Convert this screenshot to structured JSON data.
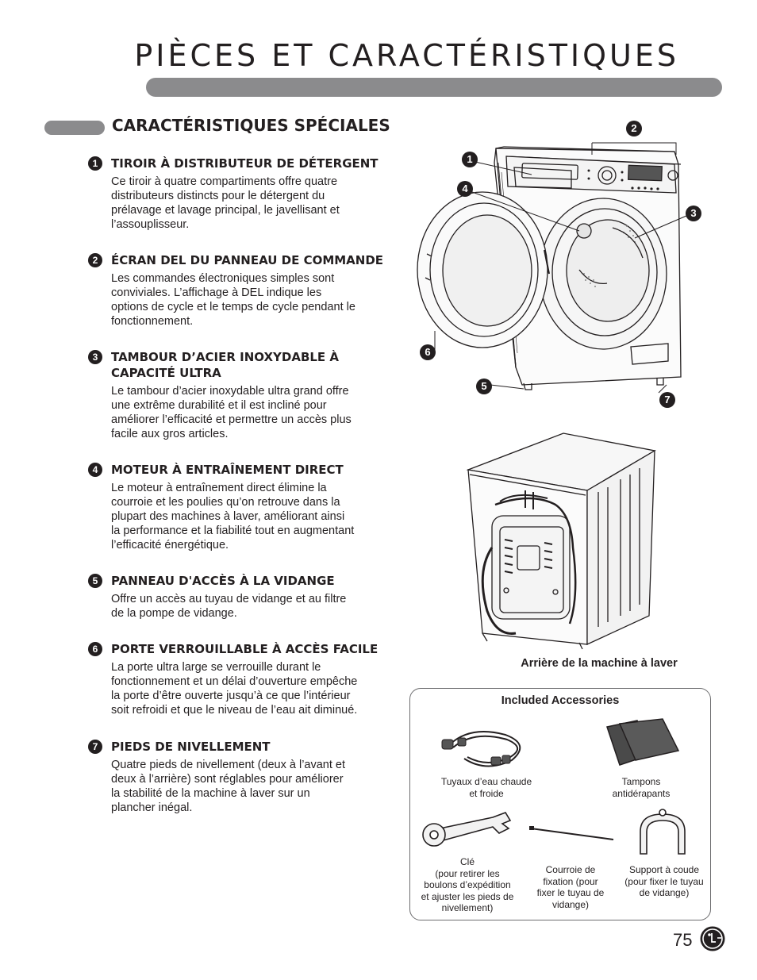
{
  "header": {
    "title": "PIÈCES ET CARACTÉRISTIQUES"
  },
  "section": {
    "title": "CARACTÉRISTIQUES SPÉCIALES"
  },
  "features": [
    {
      "num": "1",
      "title": "TIROIR À DISTRIBUTEUR DE DÉTERGENT",
      "lines": [
        "Ce tiroir à quatre compartiments offre quatre",
        "distributeurs distincts pour le détergent du",
        "prélavage et lavage principal, le javellisant et",
        "l’assouplisseur."
      ]
    },
    {
      "num": "2",
      "title": "ÉCRAN DEL DU PANNEAU DE COMMANDE",
      "lines": [
        "Les commandes électroniques simples sont",
        "conviviales. L’affichage à DEL indique les",
        "options de cycle et le temps de cycle pendant le",
        "fonctionnement."
      ]
    },
    {
      "num": "3",
      "title_lines": [
        "TAMBOUR D’ACIER INOXYDABLE À",
        "CAPACITÉ ULTRA"
      ],
      "lines": [
        "Le tambour d’acier inoxydable ultra grand offre",
        "une extrême durabilité et il est incliné pour",
        "améliorer l’efficacité et permettre un accès plus",
        "facile aux gros articles."
      ]
    },
    {
      "num": "4",
      "title": "MOTEUR À ENTRAÎNEMENT DIRECT",
      "lines": [
        "Le moteur à entraînement direct élimine la",
        "courroie et les poulies qu’on retrouve dans la",
        "plupart des machines à laver, améliorant ainsi",
        "la performance et la fiabilité tout en augmentant",
        "l’efficacité énergétique."
      ]
    },
    {
      "num": "5",
      "title": "PANNEAU D'ACCÈS À LA VIDANGE",
      "lines": [
        "Offre un accès au tuyau de vidange et au filtre",
        "de la pompe de vidange."
      ]
    },
    {
      "num": "6",
      "title": "PORTE VERROUILLABLE À ACCÈS FACILE",
      "lines": [
        "La porte ultra large se verrouille durant le",
        "fonctionnement et un délai d’ouverture empêche",
        "la porte d’être ouverte jusqu’à ce que l’intérieur",
        "soit refroidi et que le niveau de l’eau ait diminué."
      ]
    },
    {
      "num": "7",
      "title": "PIEDS DE NIVELLEMENT",
      "lines": [
        "Quatre pieds de nivellement (deux à l’avant et",
        "deux à l’arrière) sont réglables pour améliorer",
        "la stabilité de la machine à laver sur un",
        "plancher inégal."
      ]
    }
  ],
  "diagram": {
    "callouts": [
      "1",
      "2",
      "3",
      "4",
      "5",
      "6",
      "7"
    ]
  },
  "rear_view": {
    "caption": "Arrière de la machine à laver"
  },
  "accessories": {
    "title": "Included Accessories",
    "items": [
      {
        "name": "hoses",
        "lines": [
          "Tuyaux d’eau chaude",
          "et froide"
        ]
      },
      {
        "name": "pads",
        "lines": [
          "Tampons",
          "antidérapants"
        ]
      },
      {
        "name": "wrench",
        "lines": [
          "Clé",
          "(pour retirer les",
          "boulons d’expédition",
          "et ajuster les pieds de",
          "nivellement)"
        ]
      },
      {
        "name": "tie",
        "lines": [
          "Courroie de",
          "fixation (pour",
          "fixer le tuyau de",
          "vidange)"
        ]
      },
      {
        "name": "elbow",
        "lines": [
          "Support à coude",
          "(pour fixer le tuyau",
          "de vidange)"
        ]
      }
    ]
  },
  "footer": {
    "page_number": "75",
    "logo_text": "LG"
  }
}
